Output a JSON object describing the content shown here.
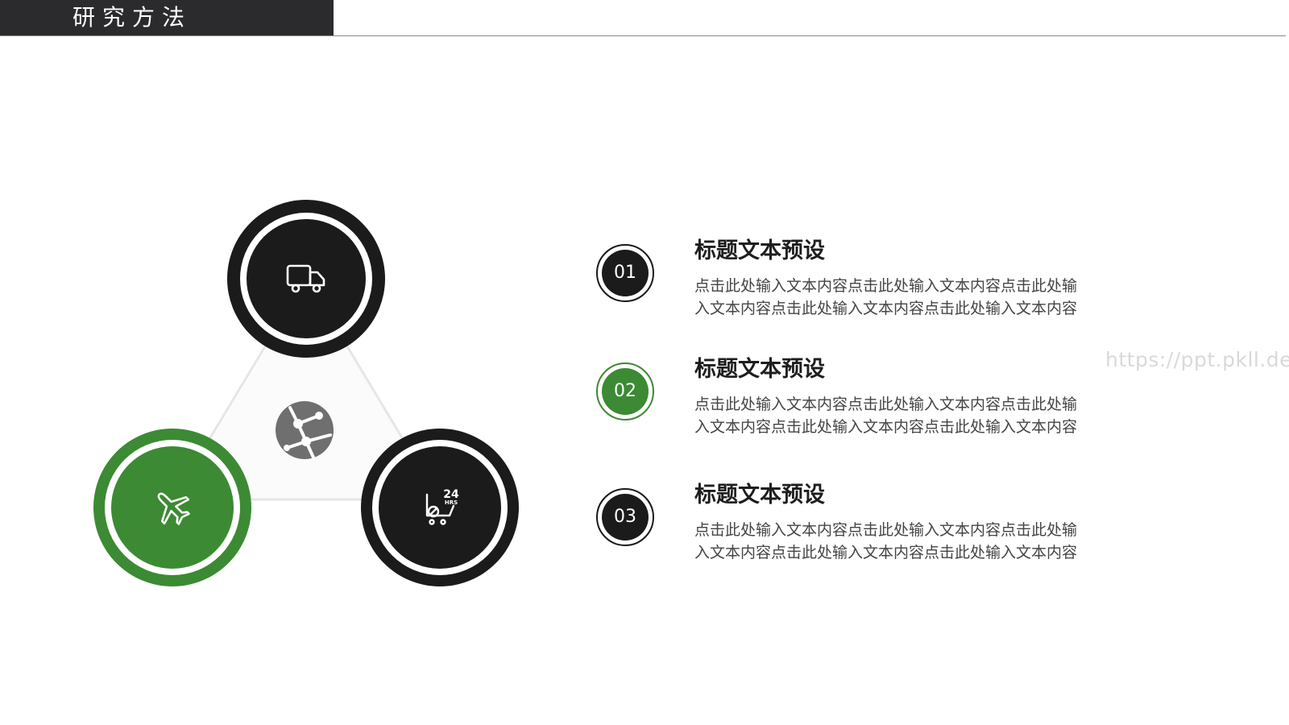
{
  "header": {
    "title": "研究方法"
  },
  "diagram": {
    "nodes": [
      {
        "icon": "truck-icon"
      },
      {
        "icon": "airplane-icon"
      },
      {
        "icon": "24-hours-cart-icon",
        "icon_text_top": "24",
        "icon_text_bottom": "HRS"
      }
    ],
    "hub_icon": "globe-network-icon",
    "colors": {
      "dark": "#1b1b1b",
      "green": "#3c8a33",
      "hub": "#6f6f6f"
    }
  },
  "items": [
    {
      "number": "01",
      "title": "标题文本预设",
      "line1": "点击此处输入文本内容点击此处输入文本内容点击此处输",
      "line2": "入文本内容点击此处输入文本内容点击此处输入文本内容"
    },
    {
      "number": "02",
      "title": "标题文本预设",
      "line1": "点击此处输入文本内容点击此处输入文本内容点击此处输",
      "line2": "入文本内容点击此处输入文本内容点击此处输入文本内容"
    },
    {
      "number": "03",
      "title": "标题文本预设",
      "line1": "点击此处输入文本内容点击此处输入文本内容点击此处输",
      "line2": "入文本内容点击此处输入文本内容点击此处输入文本内容"
    }
  ],
  "watermark": "https://ppt.pkll.de"
}
